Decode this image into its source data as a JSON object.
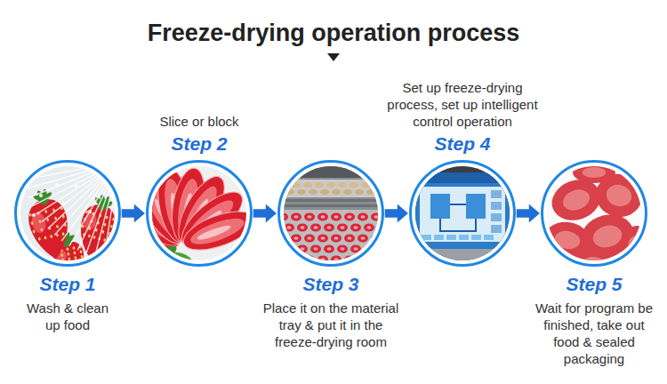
{
  "diagram": {
    "title": "Freeze-drying operation process",
    "nodes": [
      {
        "text": [
          "Step 1",
          "Wash & clean up food"
        ]
      },
      {
        "text": [
          "Slice or block",
          "Step 2"
        ]
      },
      {
        "text": [
          "Step 3",
          "Place it on the material tray & put it in the freeze-drying room"
        ]
      },
      {
        "text": [
          "Set up freeze-drying process, set up intelligent control operation",
          "Step 4"
        ]
      },
      {
        "text": [
          "Step 5",
          "Wait for program be finished, take out food & sealed packaging"
        ]
      }
    ],
    "edges": [
      {
        "from": 0,
        "to": 1,
        "arrow": "to"
      },
      {
        "from": 1,
        "to": 2,
        "arrow": "to"
      },
      {
        "from": 2,
        "to": 3,
        "arrow": "to"
      },
      {
        "from": 3,
        "to": 4,
        "arrow": "to"
      }
    ]
  }
}
